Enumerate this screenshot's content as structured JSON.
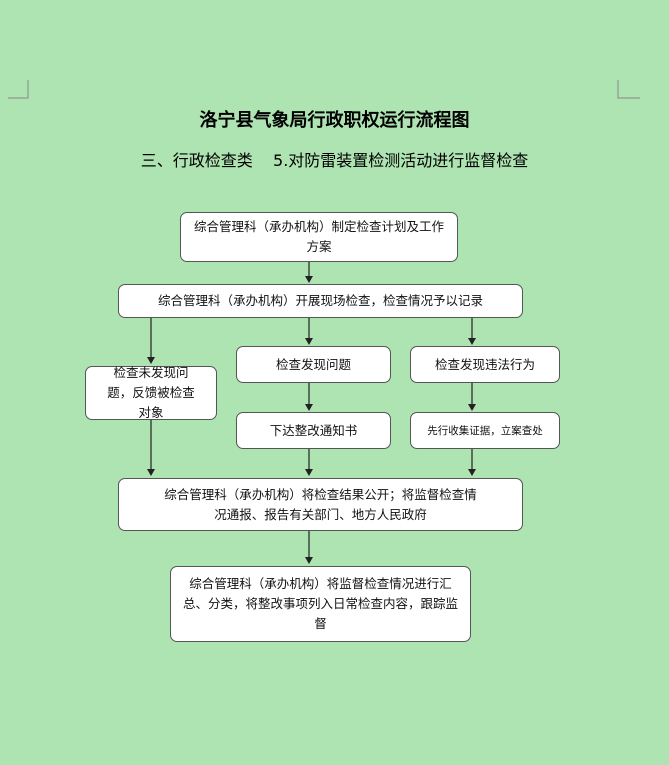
{
  "title": "洛宁县气象局行政职权运行流程图",
  "subtitle": "三、行政检查类    5.对防雷装置检测活动进行监督检查",
  "nodes": {
    "plan": "综合管理科（承办机构）制定检查计划及工作方案",
    "onsite": "综合管理科（承办机构）开展现场检查，检查情况予以记录",
    "no_problem": "检查未发现问题，反馈被检查对象",
    "problem": "检查发现问题",
    "violation": "检查发现违法行为",
    "rectify": "下达整改通知书",
    "evidence": "先行收集证据，立案查处",
    "publish": "综合管理科（承办机构）将检查结果公开；将监督检查情况通报、报告有关部门、地方人民政府",
    "summary": "综合管理科（承办机构）将监督检查情况进行汇总、分类，将整改事项列入日常检查内容，跟踪监督"
  }
}
